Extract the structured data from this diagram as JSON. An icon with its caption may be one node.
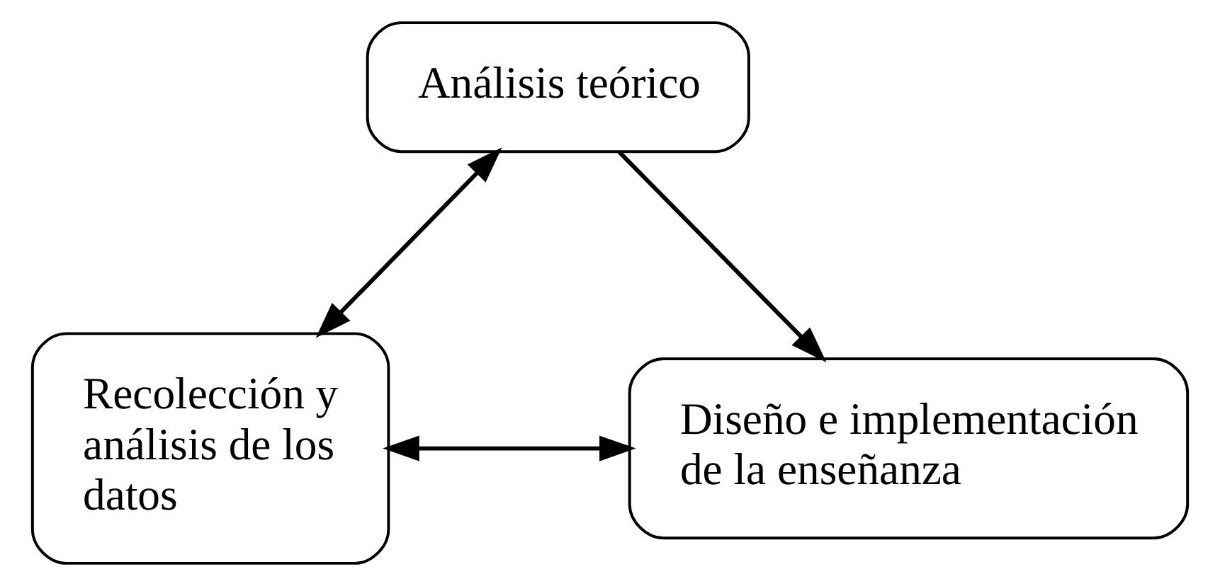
{
  "diagram": {
    "nodes": [
      {
        "text": [
          "Análisis teórico"
        ]
      },
      {
        "text": [
          "Recolección y análisis de los datos"
        ]
      },
      {
        "text": [
          "Diseño e implementación de la enseñanza"
        ]
      }
    ],
    "edges": [
      {
        "from": 0,
        "to": 1,
        "arrow": "both"
      },
      {
        "from": 0,
        "to": 2,
        "arrow": "to"
      },
      {
        "from": 1,
        "to": 2,
        "arrow": "both"
      }
    ]
  }
}
